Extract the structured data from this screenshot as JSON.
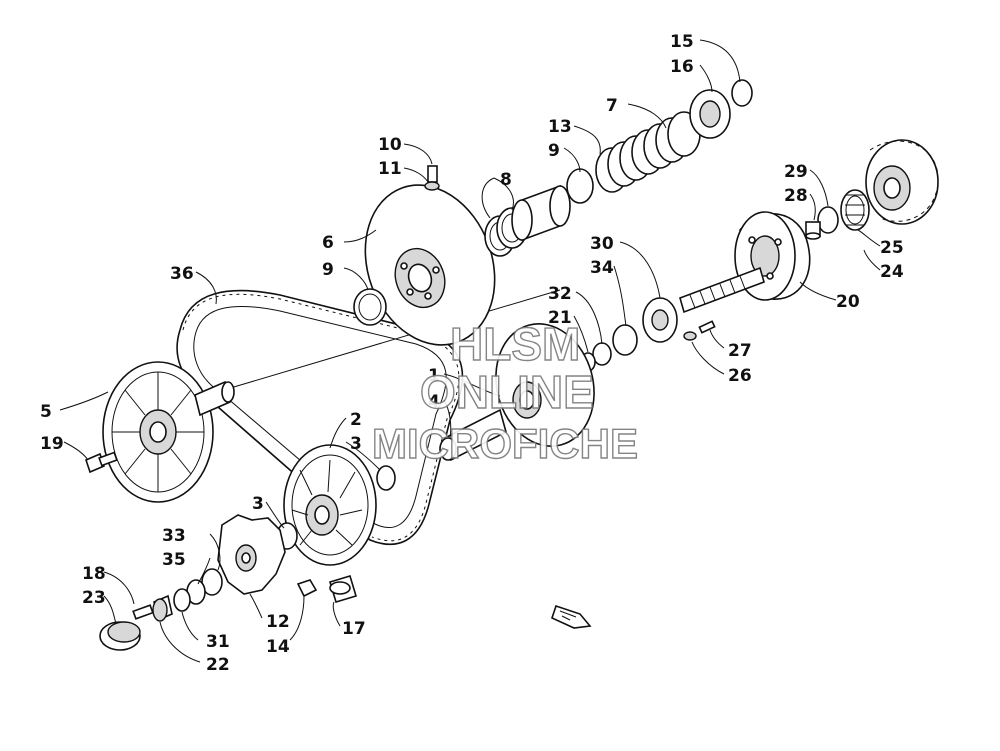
{
  "watermark": {
    "line1": "HLSM",
    "line2": "ONLINE",
    "line3": "MICROFICHE"
  },
  "callouts": [
    {
      "id": "c15",
      "label": "15"
    },
    {
      "id": "c16",
      "label": "16"
    },
    {
      "id": "c7",
      "label": "7"
    },
    {
      "id": "c13",
      "label": "13"
    },
    {
      "id": "c9a",
      "label": "9"
    },
    {
      "id": "c10",
      "label": "10"
    },
    {
      "id": "c11",
      "label": "11"
    },
    {
      "id": "c8",
      "label": "8"
    },
    {
      "id": "c6",
      "label": "6"
    },
    {
      "id": "c9b",
      "label": "9"
    },
    {
      "id": "c36",
      "label": "36"
    },
    {
      "id": "c29",
      "label": "29"
    },
    {
      "id": "c28",
      "label": "28"
    },
    {
      "id": "c25",
      "label": "25"
    },
    {
      "id": "c24",
      "label": "24"
    },
    {
      "id": "c30",
      "label": "30"
    },
    {
      "id": "c34",
      "label": "34"
    },
    {
      "id": "c32",
      "label": "32"
    },
    {
      "id": "c21",
      "label": "21"
    },
    {
      "id": "c20",
      "label": "20"
    },
    {
      "id": "c27",
      "label": "27"
    },
    {
      "id": "c26",
      "label": "26"
    },
    {
      "id": "c1",
      "label": "1"
    },
    {
      "id": "c4",
      "label": "4"
    },
    {
      "id": "c5",
      "label": "5"
    },
    {
      "id": "c19",
      "label": "19"
    },
    {
      "id": "c2",
      "label": "2"
    },
    {
      "id": "c3a",
      "label": "3"
    },
    {
      "id": "c3b",
      "label": "3"
    },
    {
      "id": "c33",
      "label": "33"
    },
    {
      "id": "c35",
      "label": "35"
    },
    {
      "id": "c18",
      "label": "18"
    },
    {
      "id": "c23",
      "label": "23"
    },
    {
      "id": "c12",
      "label": "12"
    },
    {
      "id": "c14",
      "label": "14"
    },
    {
      "id": "c17",
      "label": "17"
    },
    {
      "id": "c31",
      "label": "31"
    },
    {
      "id": "c22",
      "label": "22"
    }
  ]
}
